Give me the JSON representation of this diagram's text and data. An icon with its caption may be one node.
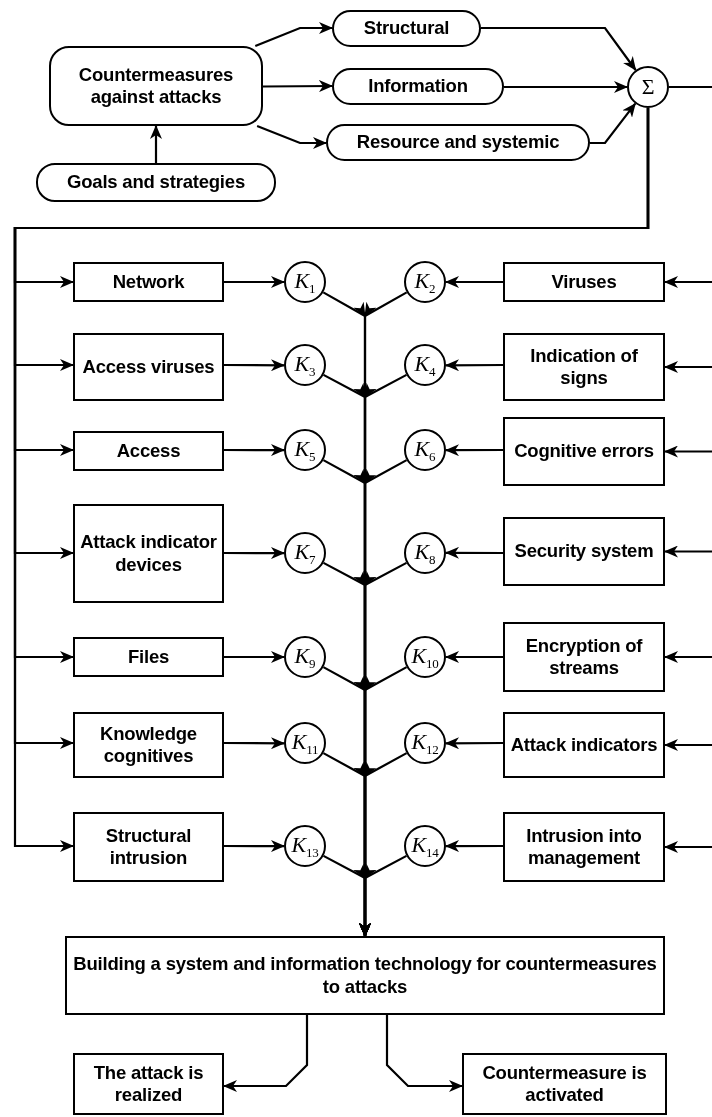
{
  "diagram": {
    "nodes": [
      {
        "text": [
          "Countermeasures against attacks"
        ]
      },
      {
        "text": [
          "Goals and strategies"
        ]
      },
      {
        "text": [
          "Structural"
        ]
      },
      {
        "text": [
          "Information"
        ]
      },
      {
        "text": [
          "Resource and systemic"
        ]
      },
      {
        "text": [
          "Σ"
        ]
      },
      {
        "text": [
          "Network"
        ]
      },
      {
        "text": [
          "*K*$_{1}$"
        ]
      },
      {
        "text": [
          "*K*$_{2}$"
        ]
      },
      {
        "text": [
          "Viruses"
        ]
      },
      {
        "text": [
          "Access viruses"
        ]
      },
      {
        "text": [
          "*K*$_{3}$"
        ]
      },
      {
        "text": [
          "*K*$_{4}$"
        ]
      },
      {
        "text": [
          "Indication of signs"
        ]
      },
      {
        "text": [
          "Access"
        ]
      },
      {
        "text": [
          "*K*$_{5}$"
        ]
      },
      {
        "text": [
          "*K*$_{6}$"
        ]
      },
      {
        "text": [
          "Cognitive errors"
        ]
      },
      {
        "text": [
          "Attack indicator devices"
        ]
      },
      {
        "text": [
          "*K*$_{7}$"
        ]
      },
      {
        "text": [
          "*K*$_{8}$"
        ]
      },
      {
        "text": [
          "Security system"
        ]
      },
      {
        "text": [
          "Files"
        ]
      },
      {
        "text": [
          "*K*$_{9}$"
        ]
      },
      {
        "text": [
          "*K*$_{10}$"
        ]
      },
      {
        "text": [
          "Encryption of streams"
        ]
      },
      {
        "text": [
          "Knowledge cognitives"
        ]
      },
      {
        "text": [
          "*K*$_{11}$"
        ]
      },
      {
        "text": [
          "*K*$_{12}$"
        ]
      },
      {
        "text": [
          "Attack indicators"
        ]
      },
      {
        "text": [
          "Structural intrusion"
        ]
      },
      {
        "text": [
          "*K*$_{13}$"
        ]
      },
      {
        "text": [
          "*K*$_{14}$"
        ]
      },
      {
        "text": [
          "Intrusion into management"
        ]
      },
      {
        "text": [
          "Building a system and information technology for countermeasures to attacks"
        ]
      },
      {
        "text": [
          "The attack is realized"
        ]
      },
      {
        "text": [
          "Countermeasure is activated"
        ]
      }
    ],
    "edges": [
      {
        "from": 1,
        "to": 0,
        "arrow": "to"
      },
      {
        "from": 0,
        "to": 2,
        "arrow": "to"
      },
      {
        "from": 0,
        "to": 3,
        "arrow": "to"
      },
      {
        "from": 0,
        "to": 4,
        "arrow": "to"
      },
      {
        "from": 2,
        "to": 5,
        "arrow": "to"
      },
      {
        "from": 3,
        "to": 5,
        "arrow": "to"
      },
      {
        "from": 4,
        "to": 5,
        "arrow": "to"
      },
      {
        "from": 5,
        "to": null,
        "arrow": "none"
      },
      {
        "from": 5,
        "to": 6,
        "arrow": "to"
      },
      {
        "from": 5,
        "to": 10,
        "arrow": "to"
      },
      {
        "from": 5,
        "to": 14,
        "arrow": "to"
      },
      {
        "from": 5,
        "to": 18,
        "arrow": "to"
      },
      {
        "from": 5,
        "to": 22,
        "arrow": "to"
      },
      {
        "from": 5,
        "to": 26,
        "arrow": "to"
      },
      {
        "from": 5,
        "to": 30,
        "arrow": "to"
      },
      {
        "from": null,
        "to": 9,
        "arrow": "to"
      },
      {
        "from": null,
        "to": 13,
        "arrow": "to"
      },
      {
        "from": null,
        "to": 17,
        "arrow": "to"
      },
      {
        "from": null,
        "to": 21,
        "arrow": "to"
      },
      {
        "from": null,
        "to": 25,
        "arrow": "to"
      },
      {
        "from": null,
        "to": 29,
        "arrow": "to"
      },
      {
        "from": null,
        "to": 33,
        "arrow": "to"
      },
      {
        "from": 6,
        "to": 7,
        "arrow": "to"
      },
      {
        "from": 9,
        "to": 8,
        "arrow": "to"
      },
      {
        "from": 10,
        "to": 11,
        "arrow": "to"
      },
      {
        "from": 13,
        "to": 12,
        "arrow": "to"
      },
      {
        "from": 14,
        "to": 15,
        "arrow": "to"
      },
      {
        "from": 17,
        "to": 16,
        "arrow": "to"
      },
      {
        "from": 18,
        "to": 19,
        "arrow": "to"
      },
      {
        "from": 21,
        "to": 20,
        "arrow": "to"
      },
      {
        "from": 22,
        "to": 23,
        "arrow": "to"
      },
      {
        "from": 25,
        "to": 24,
        "arrow": "to"
      },
      {
        "from": 26,
        "to": 27,
        "arrow": "to"
      },
      {
        "from": 29,
        "to": 28,
        "arrow": "to"
      },
      {
        "from": 30,
        "to": 31,
        "arrow": "to"
      },
      {
        "from": 33,
        "to": 32,
        "arrow": "to"
      },
      {
        "from": 7,
        "to": 34,
        "arrow": "to"
      },
      {
        "from": 8,
        "to": 34,
        "arrow": "to"
      },
      {
        "from": 11,
        "to": 34,
        "arrow": "to"
      },
      {
        "from": 12,
        "to": 34,
        "arrow": "to"
      },
      {
        "from": 15,
        "to": 34,
        "arrow": "to"
      },
      {
        "from": 16,
        "to": 34,
        "arrow": "to"
      },
      {
        "from": 19,
        "to": 34,
        "arrow": "to"
      },
      {
        "from": 20,
        "to": 34,
        "arrow": "to"
      },
      {
        "from": 23,
        "to": 34,
        "arrow": "to"
      },
      {
        "from": 24,
        "to": 34,
        "arrow": "to"
      },
      {
        "from": 27,
        "to": 34,
        "arrow": "to"
      },
      {
        "from": 28,
        "to": 34,
        "arrow": "to"
      },
      {
        "from": 31,
        "to": 34,
        "arrow": "to"
      },
      {
        "from": 32,
        "to": 34,
        "arrow": "to"
      },
      {
        "from": 34,
        "to": 35,
        "arrow": "to"
      },
      {
        "from": 34,
        "to": 36,
        "arrow": "to"
      }
    ]
  }
}
